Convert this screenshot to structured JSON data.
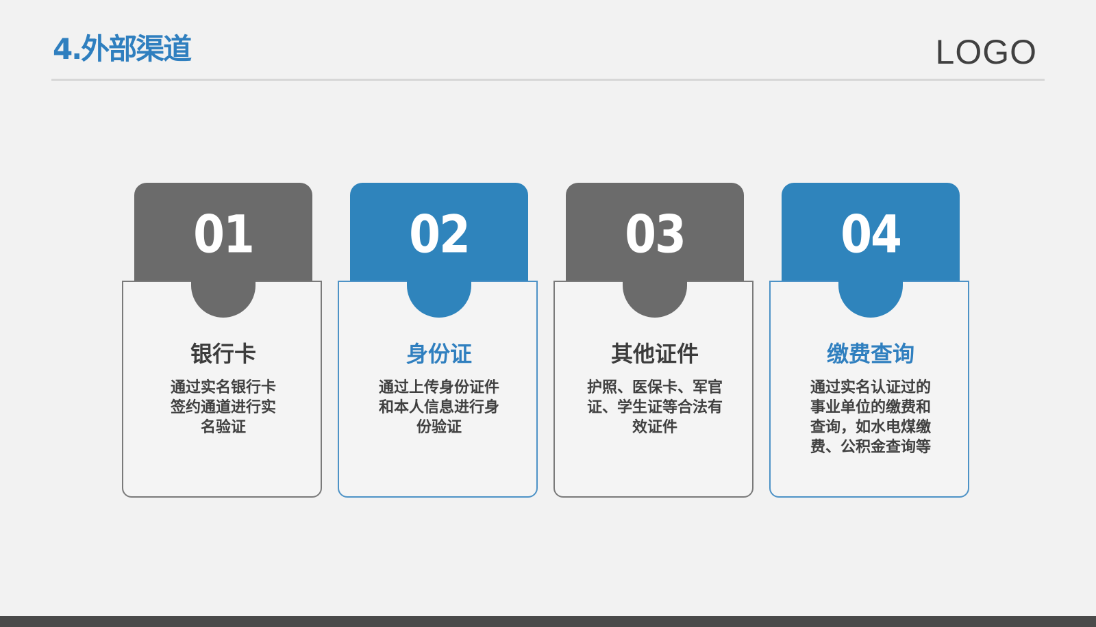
{
  "header": {
    "title": "4.外部渠道",
    "logo": "LOGO"
  },
  "cards": [
    {
      "number": "01",
      "title": "银行卡",
      "description": "通过实名银行卡签约通道进行实名验证",
      "theme": "#6b6b6b"
    },
    {
      "number": "02",
      "title": "身份证",
      "description": "通过上传身份证件和本人信息进行身份验证",
      "theme": "#2f84bc"
    },
    {
      "number": "03",
      "title": "其他证件",
      "description": "护照、医保卡、军官证、学生证等合法有效证件",
      "theme": "#6b6b6b"
    },
    {
      "number": "04",
      "title": "缴费查询",
      "description": "通过实名认证过的事业单位的缴费和查询，如水电煤缴费、公积金查询等",
      "theme": "#2f84bc"
    }
  ],
  "colors": {
    "accent_blue": "#2f84bc",
    "dark_gray": "#6b6b6b",
    "background": "#f2f2f2"
  }
}
